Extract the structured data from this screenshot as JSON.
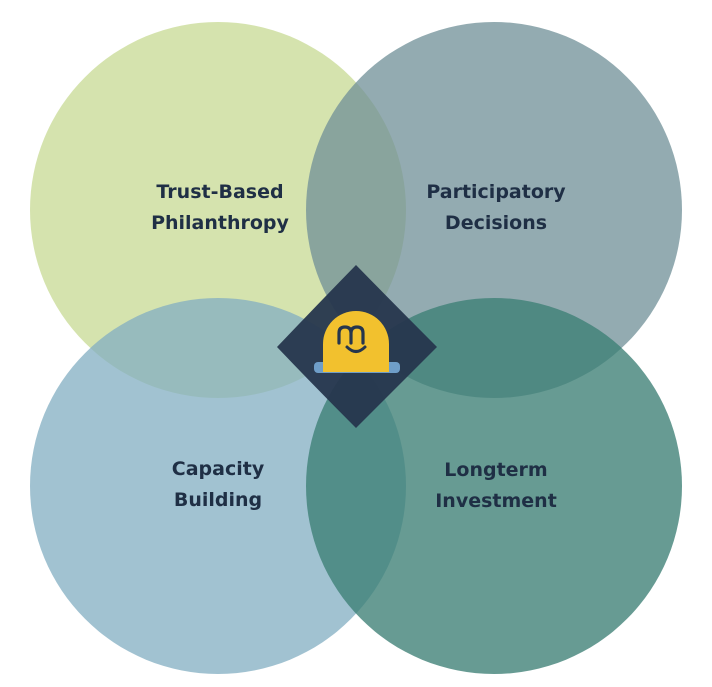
{
  "diagram": {
    "circles": [
      {
        "id": "top-left",
        "lines": [
          "Trust-Based",
          "Philanthropy"
        ],
        "color": "#c5d88f"
      },
      {
        "id": "top-right",
        "lines": [
          "Participatory",
          "Decisions"
        ],
        "color": "#6f8f97"
      },
      {
        "id": "bottom-left",
        "lines": [
          "Capacity",
          "Building"
        ],
        "color": "#82aec1"
      },
      {
        "id": "bottom-right",
        "lines": [
          "Longterm",
          "Investment"
        ],
        "color": "#3c7f74"
      }
    ],
    "center": {
      "icon": "smiling-face-logo-icon",
      "logo_text": "m",
      "colors": {
        "badge": "#26364d",
        "face": "#f2c12e",
        "stroke": "#26364d",
        "base": "#6f9ec8"
      }
    }
  }
}
